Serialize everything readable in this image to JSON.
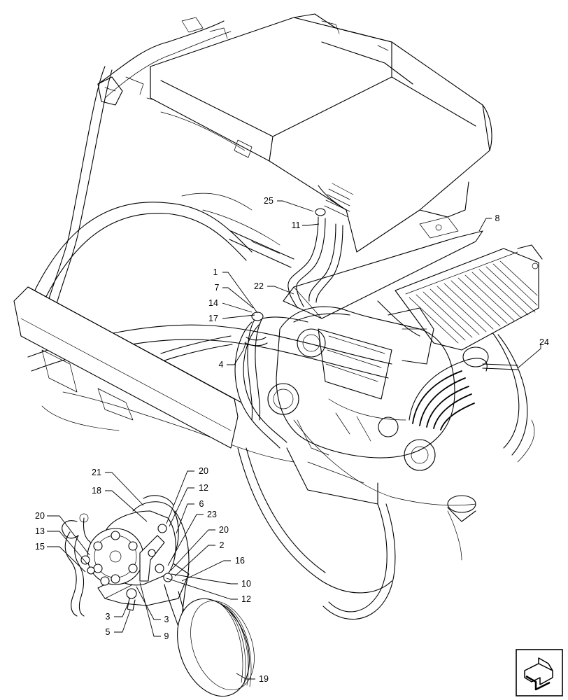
{
  "callouts": [
    {
      "id": "c1",
      "label": "1"
    },
    {
      "id": "c2",
      "label": "2"
    },
    {
      "id": "c3a",
      "label": "3"
    },
    {
      "id": "c3b",
      "label": "3"
    },
    {
      "id": "c4",
      "label": "4"
    },
    {
      "id": "c5",
      "label": "5"
    },
    {
      "id": "c6",
      "label": "6"
    },
    {
      "id": "c7",
      "label": "7"
    },
    {
      "id": "c8",
      "label": "8"
    },
    {
      "id": "c9",
      "label": "9"
    },
    {
      "id": "c10",
      "label": "10"
    },
    {
      "id": "c11",
      "label": "11"
    },
    {
      "id": "c12a",
      "label": "12"
    },
    {
      "id": "c12b",
      "label": "12"
    },
    {
      "id": "c13",
      "label": "13"
    },
    {
      "id": "c14",
      "label": "14"
    },
    {
      "id": "c15",
      "label": "15"
    },
    {
      "id": "c16",
      "label": "16"
    },
    {
      "id": "c17",
      "label": "17"
    },
    {
      "id": "c18",
      "label": "18"
    },
    {
      "id": "c19",
      "label": "19"
    },
    {
      "id": "c20a",
      "label": "20"
    },
    {
      "id": "c20b",
      "label": "20"
    },
    {
      "id": "c20c",
      "label": "20"
    },
    {
      "id": "c21",
      "label": "21"
    },
    {
      "id": "c22",
      "label": "22"
    },
    {
      "id": "c23",
      "label": "23"
    },
    {
      "id": "c24",
      "label": "24"
    },
    {
      "id": "c25",
      "label": "25"
    }
  ],
  "icons": {
    "navigation": "page-navigation-arrow-icon"
  },
  "colors": {
    "line": "#000000",
    "background": "#ffffff"
  }
}
